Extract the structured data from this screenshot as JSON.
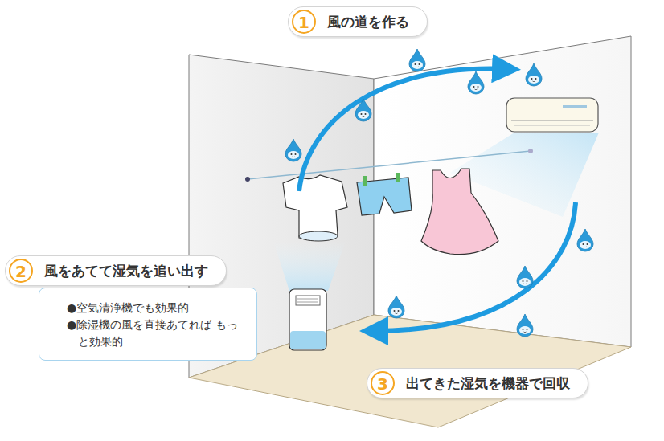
{
  "diagram": {
    "nodes": [
      {
        "text": [
          "1",
          "風の道を作る"
        ]
      },
      {
        "text": [
          "2",
          "風をあてて湿気を追い出す"
        ]
      },
      {
        "text": [
          "●空気清浄機でも効果的",
          "●除湿機の風を直接あてれば もっと効果的"
        ]
      },
      {
        "text": [
          "3",
          "出てきた湿気を機器で回収"
        ]
      }
    ]
  }
}
